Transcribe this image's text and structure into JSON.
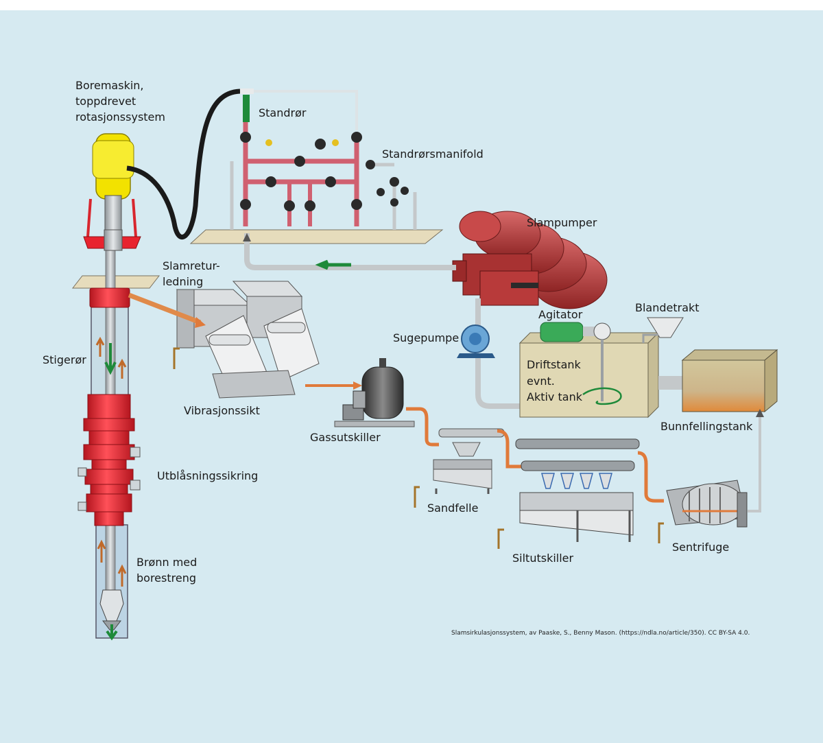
{
  "diagram": {
    "labels": {
      "boremaskin_1": "Boremaskin,",
      "boremaskin_2": "toppdrevet",
      "boremaskin_3": "rotasjonssystem",
      "standror": "Standrør",
      "standrorsmanifold": "Standrørsmanifold",
      "slampumper": "Slampumper",
      "slamretur_1": "Slamretur-",
      "slamretur_2": "ledning",
      "blandetrakt": "Blandetrakt",
      "agitator": "Agitator",
      "sugepumpe": "Sugepumpe",
      "driftstank_1": "Driftstank",
      "driftstank_2": "evnt.",
      "driftstank_3": "Aktiv tank",
      "stigeror": "Stigerør",
      "vibrasjonssikt": "Vibrasjonssikt",
      "gassutskiller": "Gassutskiller",
      "bunnfellingstank": "Bunnfellingstank",
      "utblasningssikring": "Utblåsningssikring",
      "sandfelle": "Sandfelle",
      "siltutskiller": "Siltutskiller",
      "sentrifuge": "Sentrifuge",
      "bronn_1": "Brønn med",
      "bronn_2": "borestreng"
    },
    "credit": "Slamsirkulasjonssystem, av Paaske, S., Benny Mason. (https://ndla.no/article/350). CC BY-SA 4.0.",
    "colors": {
      "background": "#d6eaf1",
      "equipment_red": "#e8232e",
      "pump_red": "#b83a3a",
      "pipe_grey": "#bfc4c7",
      "hose_black": "#1a1a1a",
      "flow_orange": "#e07a3a",
      "flow_green": "#1e8a3a",
      "topdrive_yellow": "#f2e200",
      "tank_beige": "#e0d8b4",
      "platform_beige": "#e6dcbc"
    }
  }
}
